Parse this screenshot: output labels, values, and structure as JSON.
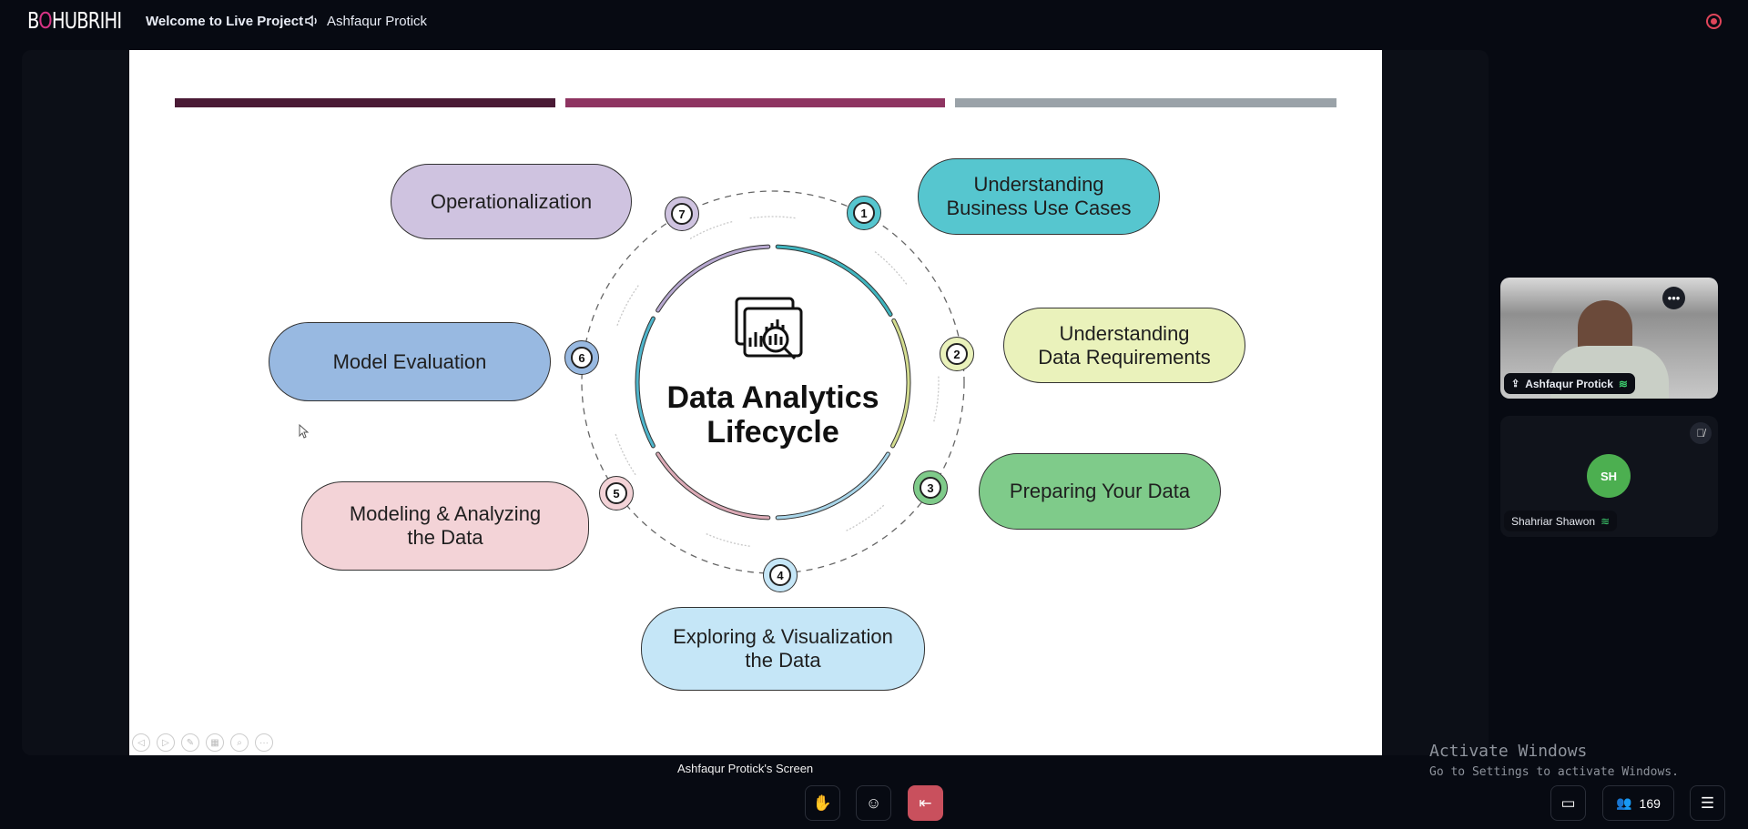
{
  "header": {
    "logo_prefix": "B",
    "logo_o": "O",
    "logo_suffix": "HUBRIHI",
    "meeting_title": "Welcome to Live Project",
    "active_speaker": "Ashfaqur Protick"
  },
  "slide": {
    "title": [
      "Data Analytics",
      "Lifecycle"
    ],
    "stripe_colors": [
      "#4a1a35",
      "#8e3461",
      "#9aa2a8"
    ],
    "steps": [
      {
        "n": "1",
        "label": [
          "Understanding",
          "Business Use Cases"
        ],
        "color": "#56c6cf"
      },
      {
        "n": "2",
        "label": [
          "Understanding",
          "Data Requirements"
        ],
        "color": "#eaf2bb"
      },
      {
        "n": "3",
        "label": [
          "Preparing Your Data"
        ],
        "color": "#7fcb8a"
      },
      {
        "n": "4",
        "label": [
          "Exploring & Visualization",
          "the Data"
        ],
        "color": "#c5e6f7"
      },
      {
        "n": "5",
        "label": [
          "Modeling & Analyzing",
          "the Data"
        ],
        "color": "#f3d3d7"
      },
      {
        "n": "6",
        "label": [
          "Model Evaluation"
        ],
        "color": "#98b9e1"
      },
      {
        "n": "7",
        "label": [
          "Operationalization"
        ],
        "color": "#cfc3e0"
      }
    ]
  },
  "participants": [
    {
      "name": "Ashfaqur Protick",
      "sharing": true
    },
    {
      "name": "Shahriar Shawon",
      "initials": "SH",
      "avatar_color": "#4caf50",
      "muted": true
    }
  ],
  "footer": {
    "screen_label": "Ashfaqur Protick's Screen",
    "participant_count": "169",
    "leave_color": "#c9505d"
  },
  "watermark": {
    "line1": "Activate Windows",
    "line2": "Go to Settings to activate Windows."
  }
}
